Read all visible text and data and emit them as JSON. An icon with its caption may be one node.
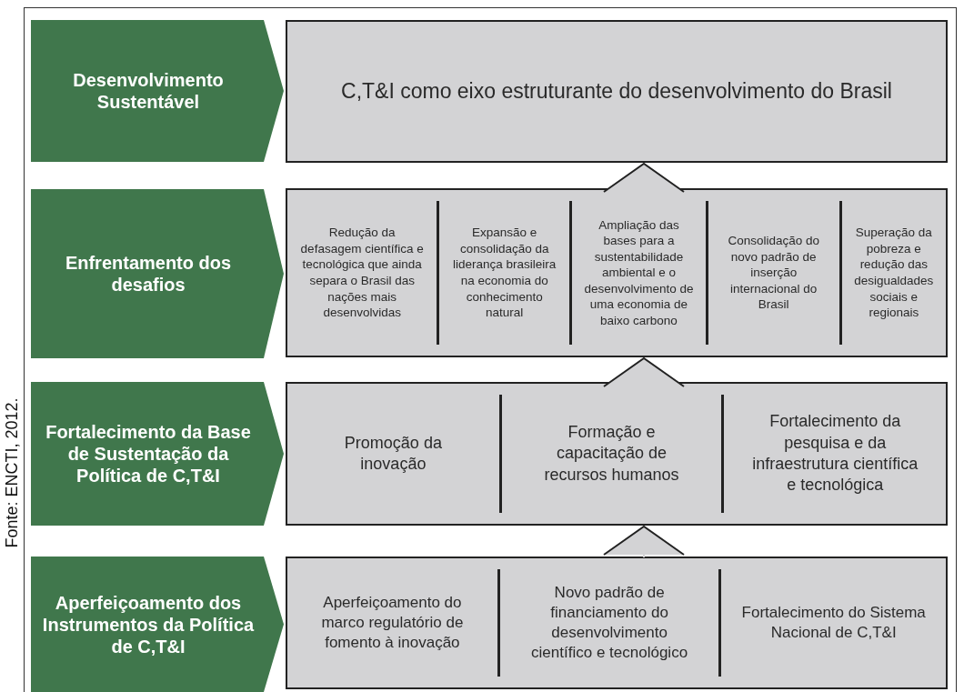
{
  "diagram": {
    "nodes": [
      {
        "text": [
          "Desenvolvimento Sustentável"
        ]
      },
      {
        "text": [
          "C,T&I como eixo estruturante do desenvolvimento do Brasil"
        ]
      },
      {
        "text": [
          "Enfrentamento dos desafios"
        ]
      },
      {
        "text": [
          "Redução da defasagem científica e tecnológica que ainda separa o Brasil das nações mais desenvolvidas",
          "Expansão e consolidação da liderança brasileira na economia do conhecimento natural",
          "Ampliação das bases para a sustentabilidade ambiental e o desenvolvimento de uma economia de baixo carbono",
          "Consolidação do novo padrão de inserção internacional do Brasil",
          "Superação da pobreza e redução das desigualdades sociais e regionais"
        ]
      },
      {
        "text": [
          "Fortalecimento da Base de Sustentação da Política de C,T&I"
        ]
      },
      {
        "text": [
          "Promoção da inovação",
          "Formação e capacitação de recursos humanos",
          "Fortalecimento da pesquisa e da infraestrutura científica e tecnológica"
        ]
      },
      {
        "text": [
          "Aperfeiçoamento dos Instrumentos da Política de C,T&I"
        ]
      },
      {
        "text": [
          "Aperfeiçoamento do marco regulatório de fomento à inovação",
          "Novo padrão de financiamento do desenvolvimento científico e tecnológico",
          "Fortalecimento do Sistema Nacional de C,T&I"
        ]
      }
    ],
    "edges": [
      {
        "from": 3,
        "to": 1,
        "arrow": "to"
      },
      {
        "from": 5,
        "to": 3,
        "arrow": "to"
      },
      {
        "from": 7,
        "to": 5,
        "arrow": "to"
      }
    ],
    "labels": [
      "Fonte: ENCTI, 2012."
    ]
  }
}
